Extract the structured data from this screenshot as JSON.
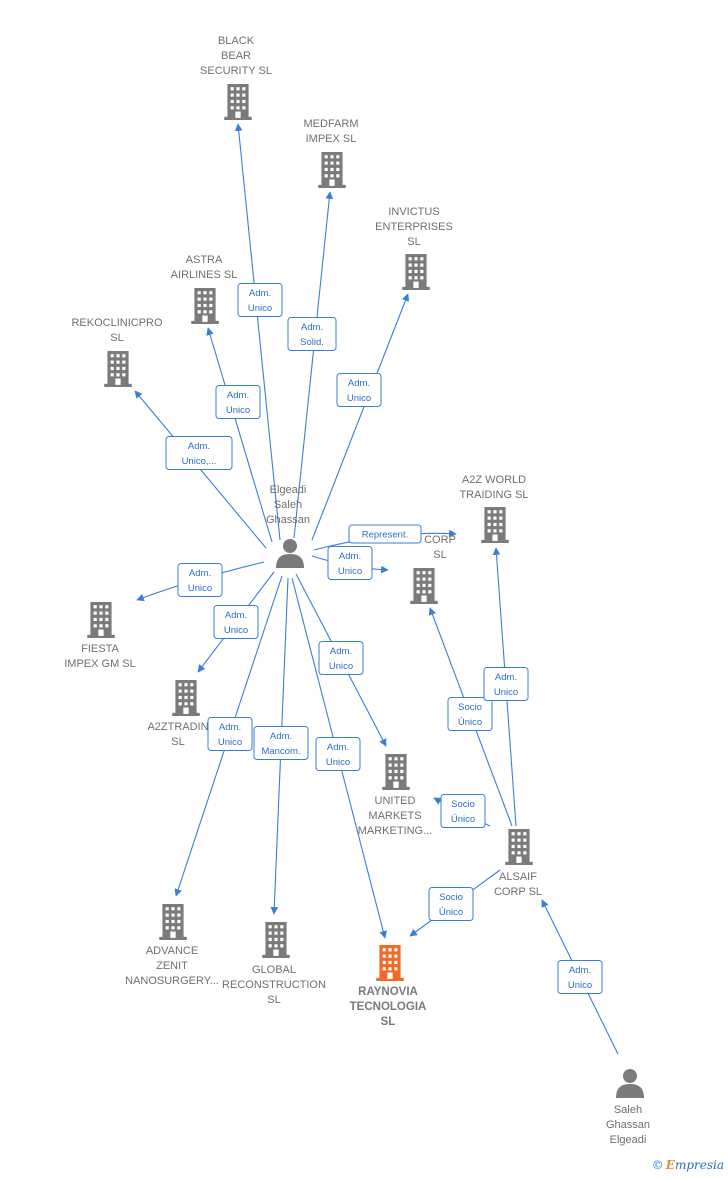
{
  "nodes": [
    {
      "id": "black_bear",
      "type": "company",
      "lines": [
        "BLACK",
        "BEAR",
        "SECURITY  SL"
      ]
    },
    {
      "id": "medfarm",
      "type": "company",
      "lines": [
        "MEDFARM",
        "IMPEX  SL"
      ]
    },
    {
      "id": "invictus",
      "type": "company",
      "lines": [
        "INVICTUS",
        "ENTERPRISES",
        "SL"
      ]
    },
    {
      "id": "astra",
      "type": "company",
      "lines": [
        "ASTRA",
        "AIRLINES  SL"
      ]
    },
    {
      "id": "rekoclinic",
      "type": "company",
      "lines": [
        "REKOCLINICPRO",
        "SL"
      ]
    },
    {
      "id": "a2z_world",
      "type": "company",
      "lines": [
        "A2Z WORLD",
        "TRAIDING  SL"
      ]
    },
    {
      "id": "corp",
      "type": "company",
      "lines": [
        "CORP",
        "SL"
      ]
    },
    {
      "id": "fiesta",
      "type": "company",
      "lines": [
        "FIESTA",
        "IMPEX GM SL"
      ]
    },
    {
      "id": "a2ztradin",
      "type": "company",
      "lines": [
        "A2ZTRADIN",
        "SL"
      ]
    },
    {
      "id": "united",
      "type": "company",
      "lines": [
        "UNITED",
        "MARKETS",
        "MARKETING..."
      ]
    },
    {
      "id": "alsaif",
      "type": "company",
      "lines": [
        "ALSAIF",
        "CORP  SL"
      ]
    },
    {
      "id": "advance",
      "type": "company",
      "lines": [
        "ADVANCE",
        "ZENIT",
        "NANOSURGERY..."
      ]
    },
    {
      "id": "global",
      "type": "company",
      "lines": [
        "GLOBAL",
        "RECONSTRUCTION",
        "SL"
      ]
    },
    {
      "id": "raynovia",
      "type": "company",
      "focus": true,
      "lines": [
        "RAYNOVIA",
        "TECNOLOGIA",
        "SL"
      ]
    },
    {
      "id": "elgeadi",
      "type": "person",
      "lines": [
        "Elgeadi",
        "Saleh",
        "Ghassan"
      ]
    },
    {
      "id": "saleh",
      "type": "person",
      "lines": [
        "Saleh",
        "Ghassan",
        "Elgeadi"
      ]
    }
  ],
  "edges": [
    {
      "id": "e-black-bear",
      "label": [
        "Adm.",
        "Unico"
      ]
    },
    {
      "id": "e-medfarm",
      "label": [
        "Adm.",
        "Solid."
      ]
    },
    {
      "id": "e-invictus",
      "label": [
        "Adm.",
        "Unico"
      ]
    },
    {
      "id": "e-astra",
      "label": [
        "Adm.",
        "Unico"
      ]
    },
    {
      "id": "e-rekoclinic",
      "label": [
        "Adm.",
        "Unico,..."
      ]
    },
    {
      "id": "e-a2z-world",
      "label": [
        "Represent."
      ]
    },
    {
      "id": "e-corp",
      "label": [
        "Adm.",
        "Unico"
      ]
    },
    {
      "id": "e-fiesta",
      "label": [
        "Adm.",
        "Unico"
      ]
    },
    {
      "id": "e-a2ztradin",
      "label": [
        "Adm.",
        "Unico"
      ]
    },
    {
      "id": "e-united",
      "label": [
        "Adm.",
        "Unico"
      ]
    },
    {
      "id": "e-advance",
      "label": [
        "Adm.",
        "Unico"
      ]
    },
    {
      "id": "e-global",
      "label": [
        "Adm.",
        "Mancom."
      ]
    },
    {
      "id": "e-raynovia",
      "label": [
        "Adm.",
        "Unico"
      ]
    },
    {
      "id": "e-alsaif-corp",
      "label": [
        "Socio",
        "Único"
      ]
    },
    {
      "id": "e-alsaif-a2z",
      "label": [
        "Adm.",
        "Unico"
      ]
    },
    {
      "id": "e-alsaif-united",
      "label": [
        "Socio",
        "Único"
      ]
    },
    {
      "id": "e-alsaif-raynovia",
      "label": [
        "Socio",
        "Único"
      ]
    },
    {
      "id": "e-saleh-alsaif",
      "label": [
        "Adm.",
        "Unico"
      ]
    }
  ],
  "colors": {
    "edge": "#3a7fd5",
    "company": "#7b7b7b",
    "focus": "#f06a28",
    "label_text": "#6f6f6f"
  },
  "footer": {
    "copyright": "©",
    "brand_initial": "E",
    "brand_rest": "mpresia"
  }
}
